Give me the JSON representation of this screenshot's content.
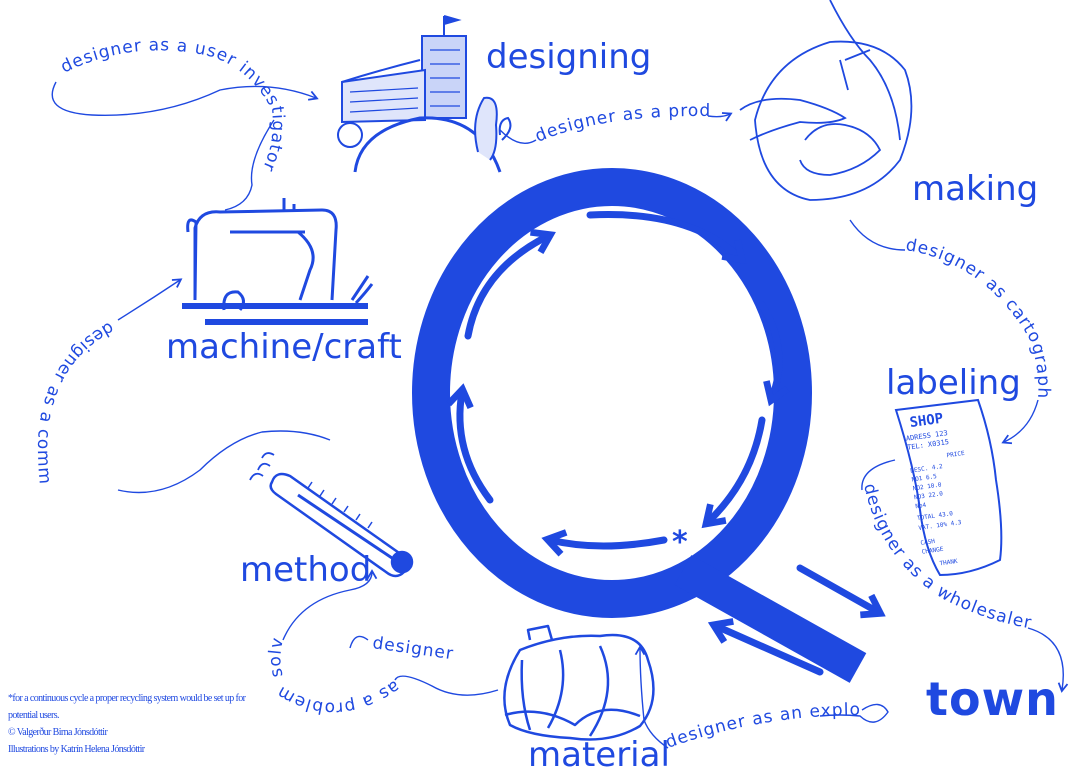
{
  "colors": {
    "ink": "#1f49e0",
    "background": "#ffffff"
  },
  "stations": {
    "designing": "designing",
    "making": "making",
    "machine_craft": "machine/craft",
    "labeling": "labeling",
    "method": "method",
    "material": "material",
    "town": "town"
  },
  "roles": {
    "user_investigator": "designer as a user investigator",
    "producer": "designer as a producer",
    "cartographer": "designer as cartographer",
    "communicator": "designer as a communicator",
    "wholesaler": "designer as a wholesaler",
    "explorer": "designer as an explorer",
    "problem_solver_1": "designer",
    "problem_solver_2": "as a problem solver"
  },
  "center": {
    "asterisk": "*"
  },
  "receipt": {
    "shop": "SHOP",
    "address": "ADRESS 123",
    "tel": "TEL: X0315",
    "col_head": "PRICE",
    "rows": [
      "DESC.  4.2",
      "NO1  6.5",
      "NO2  10.0",
      "NO3  22.0",
      "No4"
    ],
    "total": "TOTAL  43.0",
    "vat": "VAT.  10%  4.3",
    "cash": "CASH",
    "change": "CHANGE",
    "thanks": "THANK"
  },
  "footnote": {
    "line1": "*for a continuous cycle a proper recycling system would be set up for",
    "line2": "potential users.",
    "line3": "© Valgerður Birna Jónsdóttir",
    "line4": "Illustrations by Katrín Helena Jónsdóttir"
  },
  "icons": [
    "building-icon",
    "hands-icon",
    "sewing-machine-icon",
    "receipt-icon",
    "thermometer-icon",
    "plastic-bottle-icon",
    "magnifier-q-icon"
  ]
}
